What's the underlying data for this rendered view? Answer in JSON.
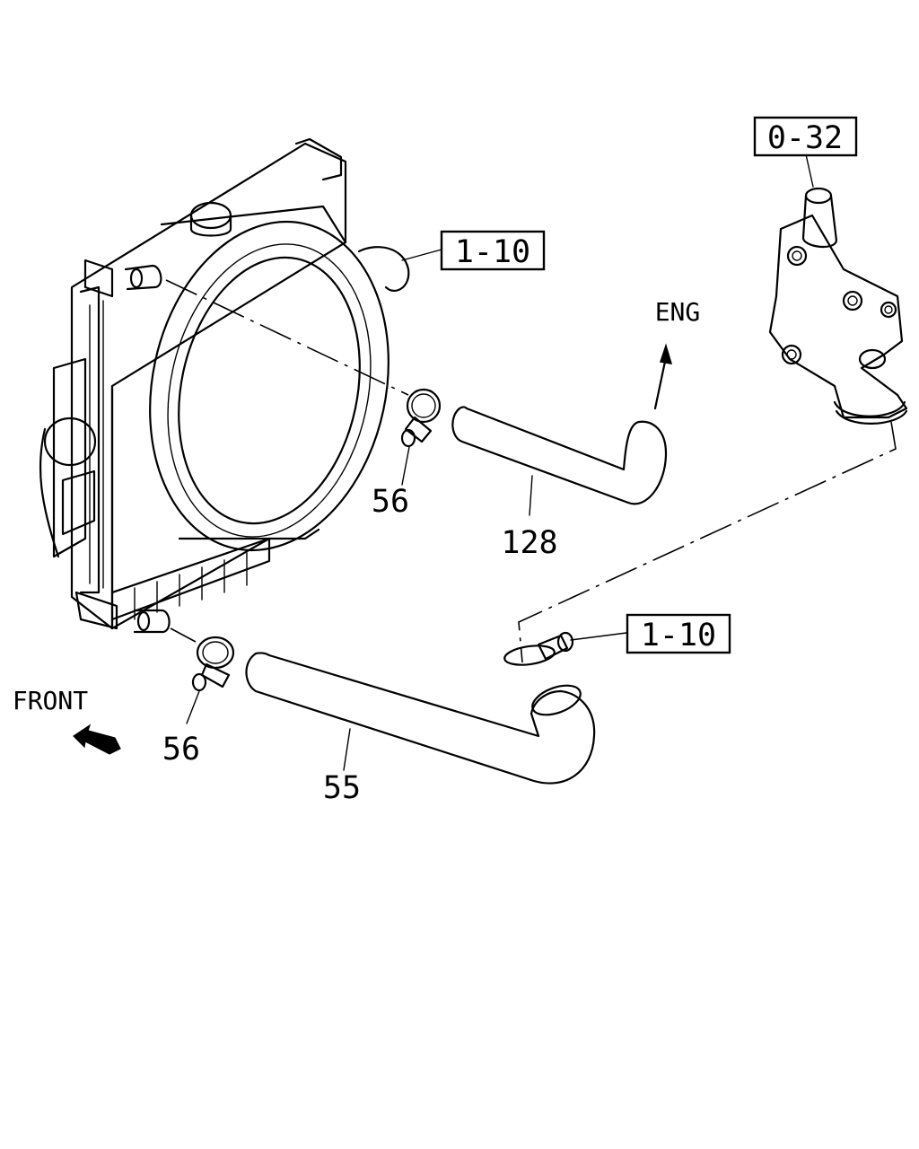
{
  "callouts": {
    "ref_thermostat": "0-32",
    "ref_fan_shroud": "1-10",
    "ref_hose_fitting": "1-10",
    "clamp_upper": "56",
    "clamp_lower": "56",
    "hose_upper": "128",
    "hose_lower": "55"
  },
  "directions": {
    "engine": "ENG",
    "front": "FRONT"
  }
}
